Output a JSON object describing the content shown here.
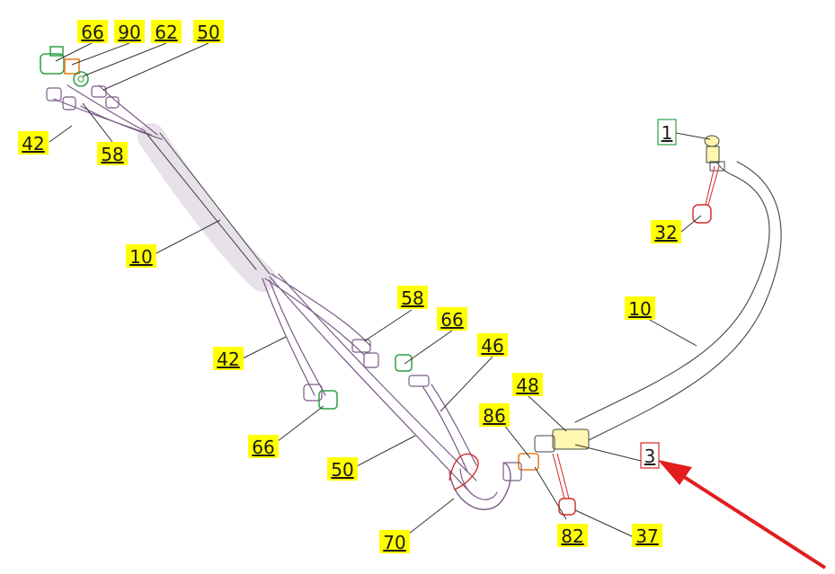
{
  "diagram": {
    "callouts": [
      {
        "id": "c66a",
        "label": "66"
      },
      {
        "id": "c90",
        "label": "90"
      },
      {
        "id": "c62",
        "label": "62"
      },
      {
        "id": "c50a",
        "label": "50"
      },
      {
        "id": "c42a",
        "label": "42"
      },
      {
        "id": "c58a",
        "label": "58"
      },
      {
        "id": "c10a",
        "label": "10"
      },
      {
        "id": "c1",
        "label": "1"
      },
      {
        "id": "c32",
        "label": "32"
      },
      {
        "id": "c10b",
        "label": "10"
      },
      {
        "id": "c58b",
        "label": "58"
      },
      {
        "id": "c66b",
        "label": "66"
      },
      {
        "id": "c46",
        "label": "46"
      },
      {
        "id": "c42b",
        "label": "42"
      },
      {
        "id": "c48",
        "label": "48"
      },
      {
        "id": "c86",
        "label": "86"
      },
      {
        "id": "c3",
        "label": "3"
      },
      {
        "id": "c66c",
        "label": "66"
      },
      {
        "id": "c50b",
        "label": "50"
      },
      {
        "id": "c70",
        "label": "70"
      },
      {
        "id": "c82",
        "label": "82"
      },
      {
        "id": "c37",
        "label": "37"
      }
    ],
    "colors": {
      "highlight": "#ffff00",
      "hose_outline": "#7a5a85",
      "fitting_green": "#2f9e44",
      "fitting_orange": "#e67e22",
      "clamp_red": "#d62828",
      "arrow_red": "#e11d1d",
      "callout_box_green": "#2f9e44",
      "callout_box_red": "#d62828"
    }
  }
}
